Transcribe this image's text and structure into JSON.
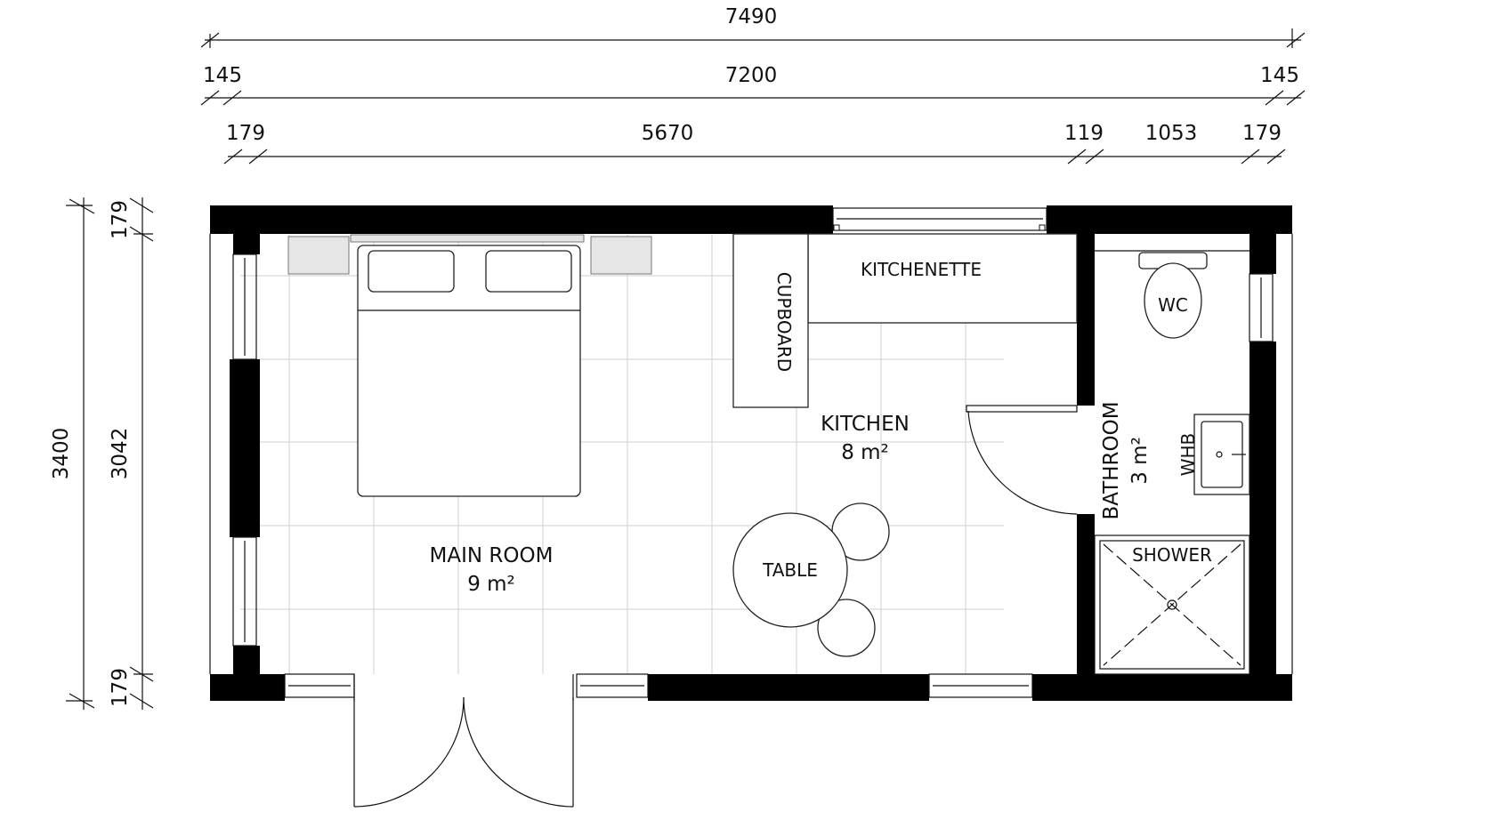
{
  "dimensions": {
    "overall_length": "7490",
    "outer_left_wall": "145",
    "inner_length": "7200",
    "outer_right_wall": "145",
    "left_wall": "179",
    "main_span": "5670",
    "partition": "119",
    "bathroom_span": "1053",
    "right_wall": "179",
    "overall_width": "3400",
    "inner_width": "3042",
    "top_wall": "179",
    "bottom_wall": "179"
  },
  "rooms": {
    "main_room": {
      "name": "MAIN ROOM",
      "area": "9 m²"
    },
    "kitchen": {
      "name": "KITCHEN",
      "area": "8 m²"
    },
    "bathroom": {
      "name": "BATHROOM",
      "area": "3 m²"
    }
  },
  "fixtures": {
    "kitchenette": "KITCHENETTE",
    "cupboard": "CUPBOARD",
    "table": "TABLE",
    "wc": "WC",
    "whb": "WHB",
    "shower": "SHOWER"
  }
}
